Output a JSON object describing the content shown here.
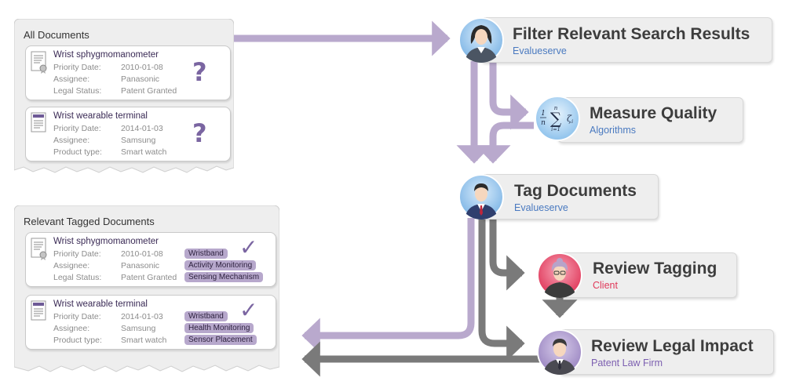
{
  "colors": {
    "arrow_purple": "#b9a9cd",
    "arrow_gray": "#7a7a7a",
    "accent_purple": "#7a65a1",
    "tag_fill": "#b7a8cc",
    "evalueserve_blue": "#4a7ac0",
    "client_red": "#e03a5a",
    "law_purple": "#7c5fb0"
  },
  "all_documents": {
    "title": "All Documents",
    "docs": [
      {
        "title": "Wrist sphygmomanometer",
        "icon": "certificate-document-icon",
        "rows": [
          {
            "label": "Priority Date:",
            "value": "2010-01-08"
          },
          {
            "label": "Assignee:",
            "value": "Panasonic"
          },
          {
            "label": "Legal Status:",
            "value": "Patent Granted"
          }
        ],
        "status": "?"
      },
      {
        "title": "Wrist wearable terminal",
        "icon": "product-document-icon",
        "rows": [
          {
            "label": "Priority Date:",
            "value": "2014-01-03"
          },
          {
            "label": "Assignee:",
            "value": "Samsung"
          },
          {
            "label": "Product type:",
            "value": "Smart watch"
          }
        ],
        "status": "?"
      }
    ]
  },
  "relevant_documents": {
    "title": "Relevant Tagged Documents",
    "docs": [
      {
        "title": "Wrist sphygmomanometer",
        "icon": "certificate-document-icon",
        "rows": [
          {
            "label": "Priority Date:",
            "value": "2010-01-08"
          },
          {
            "label": "Assignee:",
            "value": "Panasonic"
          },
          {
            "label": "Legal Status:",
            "value": "Patent Granted"
          }
        ],
        "tags": [
          "Wristband",
          "Activity Monitoring",
          "Sensing Mechanism"
        ],
        "status": "✓"
      },
      {
        "title": "Wrist wearable terminal",
        "icon": "product-document-icon",
        "rows": [
          {
            "label": "Priority Date:",
            "value": "2014-01-03"
          },
          {
            "label": "Assignee:",
            "value": "Samsung"
          },
          {
            "label": "Product type:",
            "value": "Smart watch"
          }
        ],
        "tags": [
          "Wristband",
          "Health Monitoring",
          "Sensor Placement"
        ],
        "status": "✓"
      }
    ]
  },
  "steps": [
    {
      "id": "filter",
      "title": "Filter Relevant Search Results",
      "subtitle": "Evalueserve",
      "avatar": "woman-analyst-avatar-icon"
    },
    {
      "id": "quality",
      "title": "Measure Quality",
      "subtitle": "Algorithms",
      "avatar": "formula-avatar-icon",
      "formula": {
        "numerator": "1",
        "denominator": "n",
        "upper": "n",
        "lower": "i=1",
        "term": "ζ",
        "subscript": "i"
      }
    },
    {
      "id": "tag",
      "title": "Tag Documents",
      "subtitle": "Evalueserve",
      "avatar": "man-analyst-avatar-icon"
    },
    {
      "id": "review-tagging",
      "title": "Review Tagging",
      "subtitle": "Client",
      "avatar": "woman-client-avatar-icon"
    },
    {
      "id": "review-legal",
      "title": "Review Legal Impact",
      "subtitle": "Patent Law Firm",
      "avatar": "lawyer-avatar-icon"
    }
  ]
}
